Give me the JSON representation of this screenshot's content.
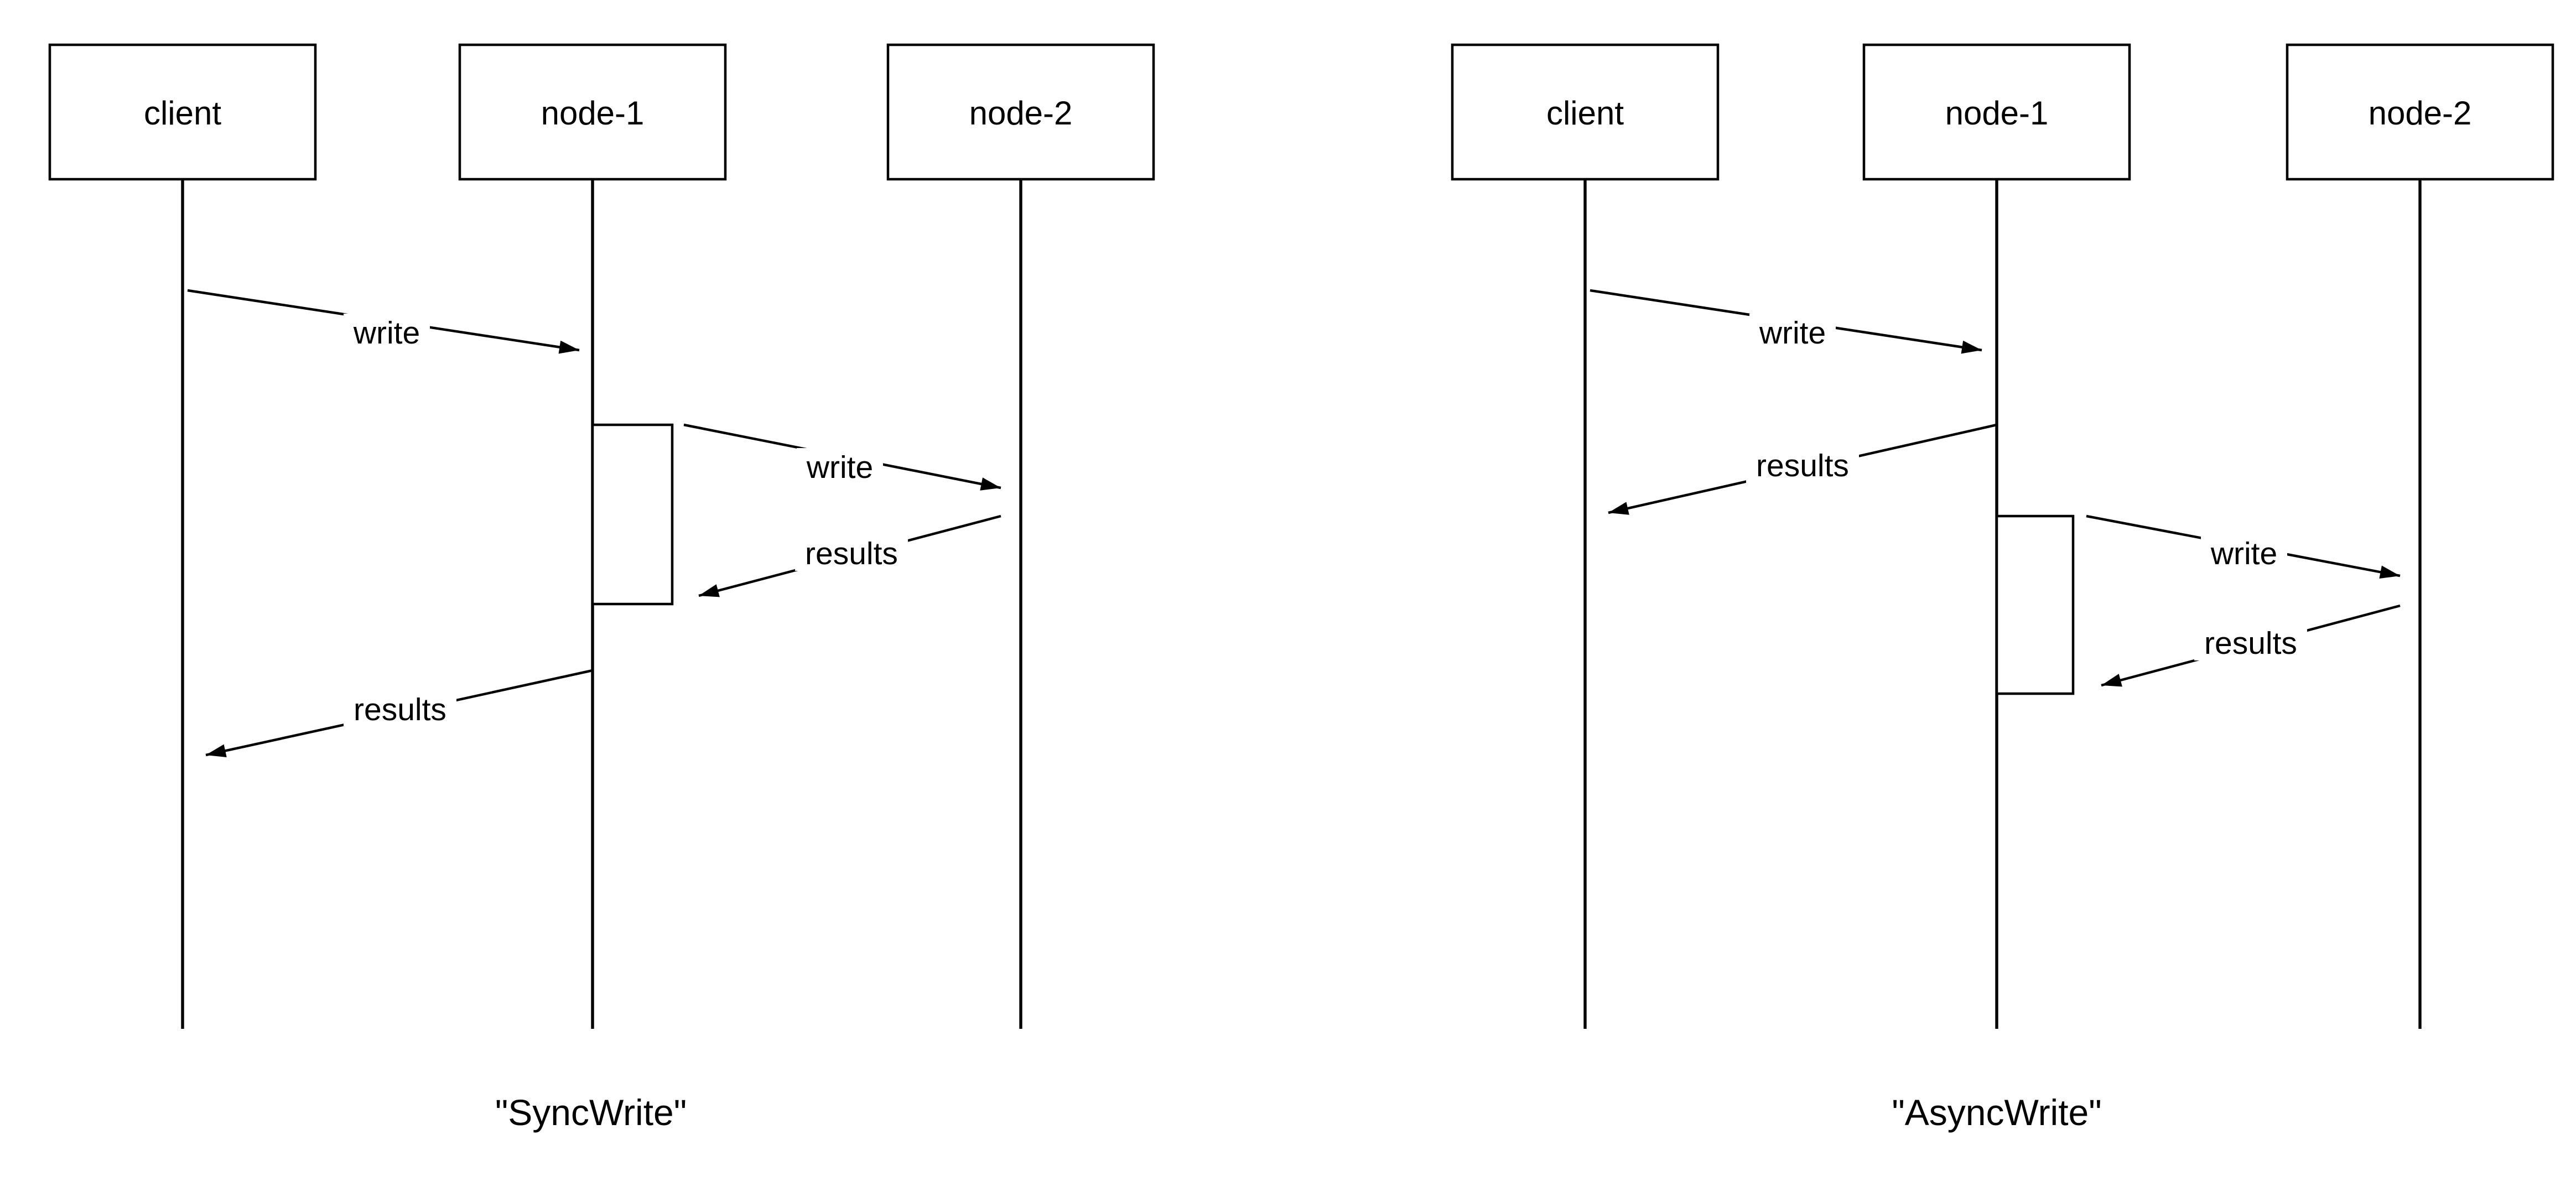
{
  "diagrams": [
    {
      "caption": "\"SyncWrite\"",
      "actors": [
        {
          "label": "client"
        },
        {
          "label": "node-1"
        },
        {
          "label": "node-2"
        }
      ],
      "messages": [
        {
          "label": "write",
          "from": "client",
          "to": "node-1"
        },
        {
          "label": "write",
          "from": "node-1",
          "to": "node-2"
        },
        {
          "label": "results",
          "from": "node-2",
          "to": "node-1"
        },
        {
          "label": "results",
          "from": "node-1",
          "to": "client"
        }
      ]
    },
    {
      "caption": "\"AsyncWrite\"",
      "actors": [
        {
          "label": "client"
        },
        {
          "label": "node-1"
        },
        {
          "label": "node-2"
        }
      ],
      "messages": [
        {
          "label": "write",
          "from": "client",
          "to": "node-1"
        },
        {
          "label": "results",
          "from": "node-1",
          "to": "client"
        },
        {
          "label": "write",
          "from": "node-1",
          "to": "node-2"
        },
        {
          "label": "results",
          "from": "node-2",
          "to": "node-1"
        }
      ]
    }
  ],
  "colors": {
    "stroke": "#000000",
    "background": "#ffffff"
  }
}
